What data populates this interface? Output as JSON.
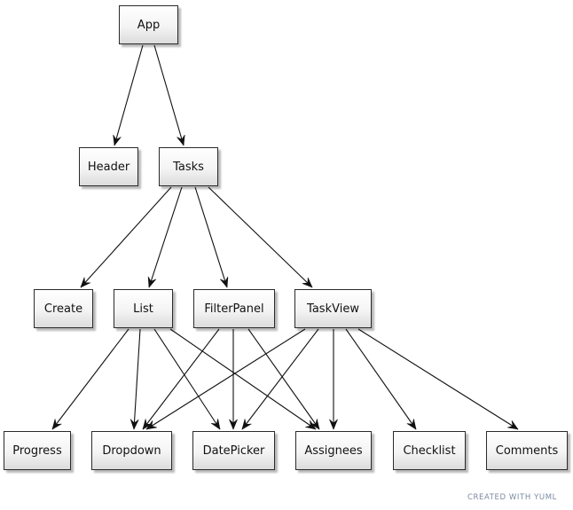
{
  "diagram": {
    "nodes": [
      {
        "id": "app",
        "label": "App"
      },
      {
        "id": "header",
        "label": "Header"
      },
      {
        "id": "tasks",
        "label": "Tasks"
      },
      {
        "id": "create",
        "label": "Create"
      },
      {
        "id": "list",
        "label": "List"
      },
      {
        "id": "filterpanel",
        "label": "FilterPanel"
      },
      {
        "id": "taskview",
        "label": "TaskView"
      },
      {
        "id": "progress",
        "label": "Progress"
      },
      {
        "id": "dropdown",
        "label": "Dropdown"
      },
      {
        "id": "datepicker",
        "label": "DatePicker"
      },
      {
        "id": "assignees",
        "label": "Assignees"
      },
      {
        "id": "checklist",
        "label": "Checklist"
      },
      {
        "id": "comments",
        "label": "Comments"
      }
    ],
    "edges": [
      {
        "from": "app",
        "to": "header"
      },
      {
        "from": "app",
        "to": "tasks"
      },
      {
        "from": "tasks",
        "to": "create"
      },
      {
        "from": "tasks",
        "to": "list"
      },
      {
        "from": "tasks",
        "to": "filterpanel"
      },
      {
        "from": "tasks",
        "to": "taskview"
      },
      {
        "from": "list",
        "to": "progress"
      },
      {
        "from": "list",
        "to": "dropdown"
      },
      {
        "from": "list",
        "to": "datepicker"
      },
      {
        "from": "list",
        "to": "assignees"
      },
      {
        "from": "filterpanel",
        "to": "dropdown"
      },
      {
        "from": "filterpanel",
        "to": "datepicker"
      },
      {
        "from": "filterpanel",
        "to": "assignees"
      },
      {
        "from": "taskview",
        "to": "dropdown"
      },
      {
        "from": "taskview",
        "to": "datepicker"
      },
      {
        "from": "taskview",
        "to": "assignees"
      },
      {
        "from": "taskview",
        "to": "checklist"
      },
      {
        "from": "taskview",
        "to": "comments"
      }
    ]
  },
  "footer": {
    "credit": "CREATED WITH YUML"
  }
}
